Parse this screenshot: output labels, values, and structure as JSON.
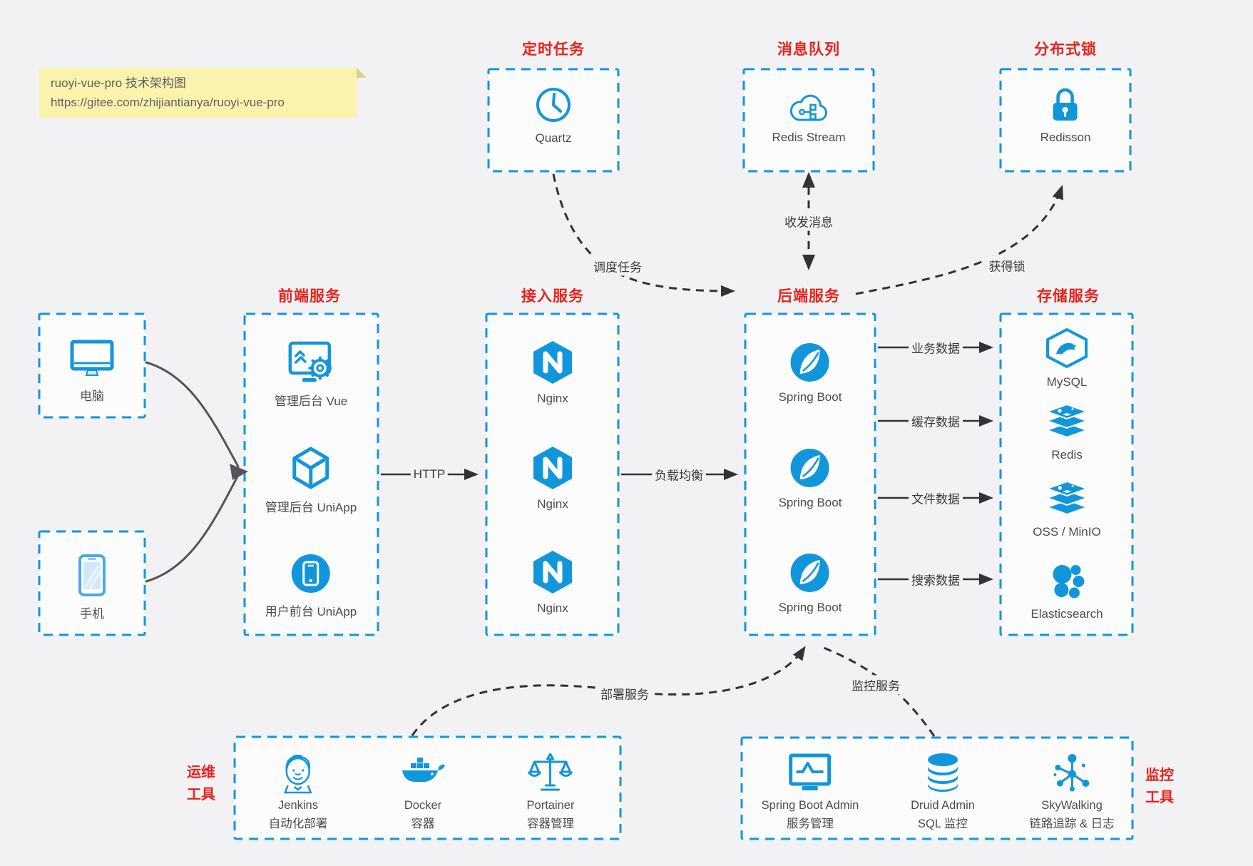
{
  "note": {
    "line1": "ruoyi-vue-pro 技术架构图",
    "line2": "https://gitee.com/zhijiantianya/ruoyi-vue-pro"
  },
  "groups": {
    "scheduled": {
      "title": "定时任务",
      "node": {
        "icon": "clock-icon",
        "label": "Quartz"
      }
    },
    "mq": {
      "title": "消息队列",
      "node": {
        "icon": "redis-stream-icon",
        "label": "Redis Stream"
      }
    },
    "dlock": {
      "title": "分布式锁",
      "node": {
        "icon": "lock-icon",
        "label": "Redisson"
      }
    },
    "clients": {
      "items": [
        {
          "icon": "desktop-icon",
          "label": "电脑"
        },
        {
          "icon": "smartphone-icon",
          "label": "手机"
        }
      ]
    },
    "frontend": {
      "title": "前端服务",
      "items": [
        {
          "icon": "admin-vue-icon",
          "label": "管理后台 Vue"
        },
        {
          "icon": "uniapp-cube-icon",
          "label": "管理后台 UniApp"
        },
        {
          "icon": "user-app-icon",
          "label": "用户前台 UniApp"
        }
      ]
    },
    "gateway": {
      "title": "接入服务",
      "items": [
        {
          "icon": "nginx-icon",
          "label": "Nginx"
        },
        {
          "icon": "nginx-icon",
          "label": "Nginx"
        },
        {
          "icon": "nginx-icon",
          "label": "Nginx"
        }
      ]
    },
    "backend": {
      "title": "后端服务",
      "items": [
        {
          "icon": "spring-boot-icon",
          "label": "Spring Boot"
        },
        {
          "icon": "spring-boot-icon",
          "label": "Spring Boot"
        },
        {
          "icon": "spring-boot-icon",
          "label": "Spring Boot"
        }
      ]
    },
    "storage": {
      "title": "存储服务",
      "items": [
        {
          "icon": "mysql-icon",
          "label": "MySQL"
        },
        {
          "icon": "redis-stack-icon",
          "label": "Redis"
        },
        {
          "icon": "oss-minio-icon",
          "label": "OSS / MinIO"
        },
        {
          "icon": "elasticsearch-icon",
          "label": "Elasticsearch"
        }
      ]
    },
    "ops": {
      "title_line1": "运维",
      "title_line2": "工具",
      "items": [
        {
          "icon": "jenkins-icon",
          "name": "Jenkins",
          "desc": "自动化部署"
        },
        {
          "icon": "docker-icon",
          "name": "Docker",
          "desc": "容器"
        },
        {
          "icon": "portainer-icon",
          "name": "Portainer",
          "desc": "容器管理"
        }
      ]
    },
    "monitoring": {
      "title_line1": "监控",
      "title_line2": "工具",
      "items": [
        {
          "icon": "spring-boot-admin-icon",
          "name": "Spring Boot Admin",
          "desc": "服务管理"
        },
        {
          "icon": "druid-icon",
          "name": "Druid Admin",
          "desc": "SQL 监控"
        },
        {
          "icon": "skywalking-icon",
          "name": "SkyWalking",
          "desc": "链路追踪 & 日志"
        }
      ]
    }
  },
  "edges": {
    "http": "HTTP",
    "load_balance": "负载均衡",
    "dispatch_job": "调度任务",
    "send_receive_msg": "收发消息",
    "acquire_lock": "获得锁",
    "business_data": "业务数据",
    "cache_data": "缓存数据",
    "file_data": "文件数据",
    "search_data": "搜索数据",
    "deploy_service": "部署服务",
    "monitor_service": "监控服务"
  },
  "colors": {
    "accent_blue": "#1296db",
    "title_red": "#e8231d",
    "note_bg": "#faf3ac",
    "arrow_dark": "#333333"
  }
}
